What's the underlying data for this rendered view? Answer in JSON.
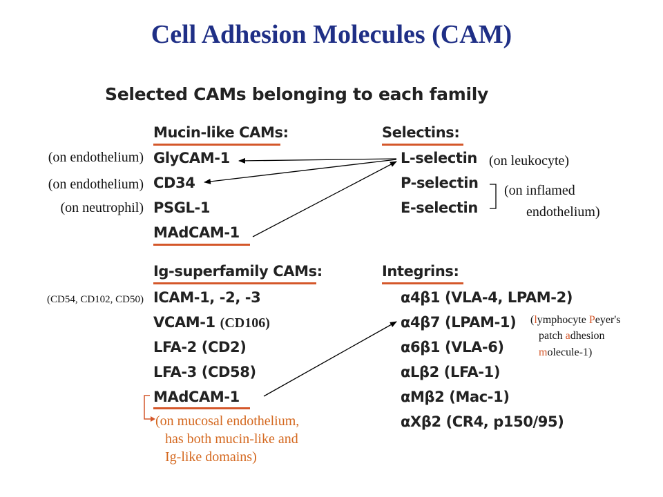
{
  "title": "Cell Adhesion Molecules (CAM)",
  "subtitle": "Selected CAMs belonging to each family",
  "mucin": {
    "heading": "Mucin-like CAMs:",
    "items": [
      "GlyCAM-1",
      "CD34",
      "PSGL-1",
      "MAdCAM-1"
    ],
    "notes": [
      "(on endothelium)",
      "(on endothelium)",
      "(on neutrophil)"
    ]
  },
  "selectins": {
    "heading": "Selectins:",
    "items": [
      "L-selectin",
      "P-selectin",
      "E-selectin"
    ],
    "note_leukocyte": "(on leukocyte)",
    "note_inflamed_1": "(on inflamed",
    "note_inflamed_2": "endothelium)"
  },
  "ig": {
    "heading": "Ig-superfamily CAMs:",
    "items": [
      "ICAM-1, -2, -3",
      "VCAM-1",
      "LFA-2 (CD2)",
      "LFA-3 (CD58)",
      "MAdCAM-1"
    ],
    "vcam_note": "(CD106)",
    "icam_note": "(CD54, CD102, CD50)",
    "madcam_note": [
      "(on mucosal endothelium,",
      "has both mucin-like and",
      "Ig-like domains)"
    ]
  },
  "integrins": {
    "heading": "Integrins:",
    "items": [
      {
        "greek1": "α",
        "mid1": "4",
        "greek2": "β",
        "rest": "1 (VLA-4, LPAM-2)"
      },
      {
        "greek1": "α",
        "mid1": "4",
        "greek2": "β",
        "rest": "7 (LPAM-1)"
      },
      {
        "greek1": "α",
        "mid1": "6",
        "greek2": "β",
        "rest": "1 (VLA-6)"
      },
      {
        "greek1": "α",
        "mid1": "L",
        "greek2": "β",
        "rest": "2 (LFA-1)"
      },
      {
        "greek1": "α",
        "mid1": "M",
        "greek2": "β",
        "rest": "2 (Mac-1)"
      },
      {
        "greek1": "α",
        "mid1": "X",
        "greek2": "β",
        "rest": "2 (CR4, p150/95)"
      }
    ],
    "lpam_note": {
      "line1_a": "(",
      "line1_b": "l",
      "line1_c": "ymphocyte ",
      "line1_d": "P",
      "line1_e": "eyer's",
      "line2_a": "patch ",
      "line2_b": "a",
      "line2_c": "dhesion",
      "line3_a": "m",
      "line3_b": "olecule-1)"
    }
  },
  "colors": {
    "title": "#1f2f86",
    "accent": "#d4572a",
    "orange_text": "#d4681f",
    "text": "#222222"
  }
}
